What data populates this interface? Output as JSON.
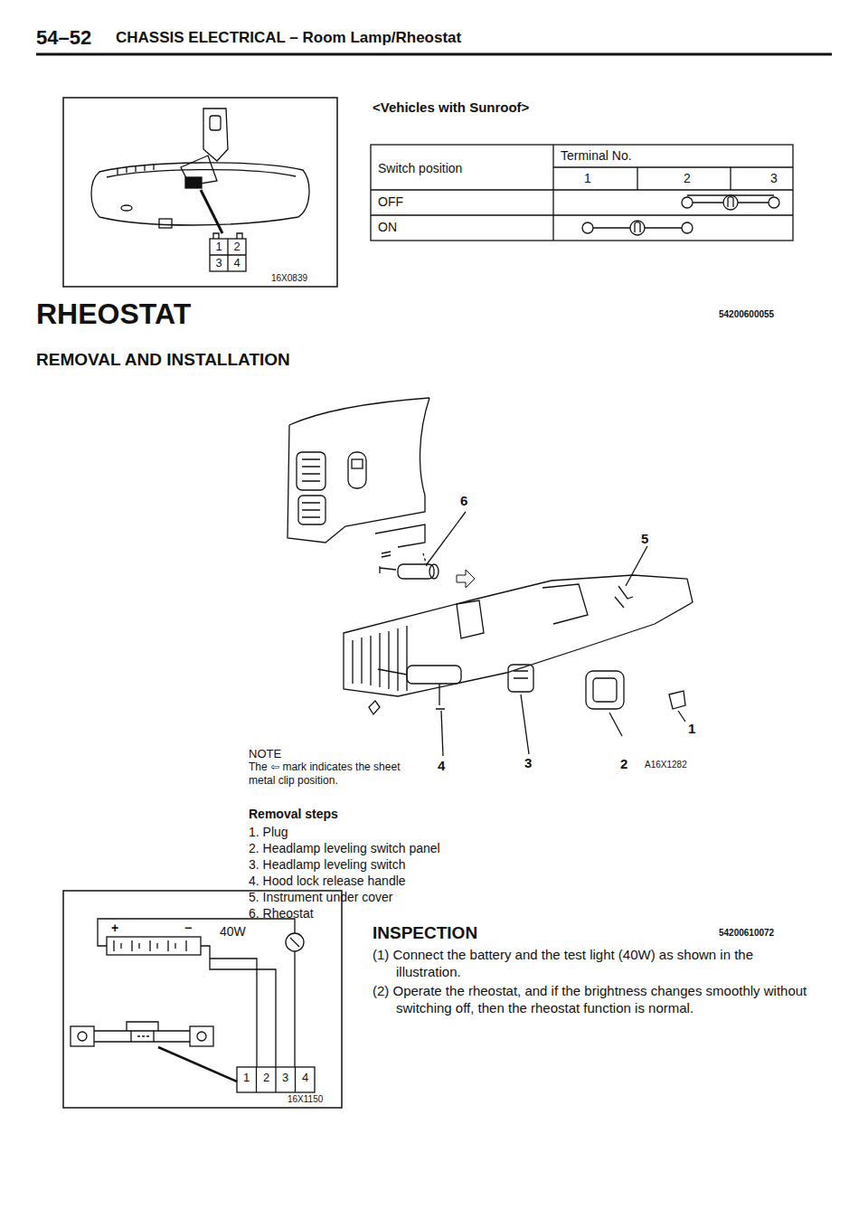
{
  "diagram": {
    "title": "RHEOSTAT",
    "labels": [
      "54–52",
      "CHASSIS ELECTRICAL – Room Lamp/Rheostat",
      "1",
      "2",
      "3",
      "4",
      "16X0839",
      "<Vehicles with Sunroof>",
      "Switch position",
      "Terminal No.",
      "1",
      "2",
      "3",
      "OFF",
      "ON",
      "54200600055",
      "REMOVAL AND INSTALLATION",
      "6",
      "5",
      "1",
      "2",
      "3",
      "4",
      "NOTE",
      "The ⇦ mark indicates the sheet metal clip position.",
      "A16X1282",
      "Removal steps",
      "1. Plug",
      "2. Headlamp leveling switch panel",
      "3. Headlamp leveling switch",
      "4. Hood lock release handle",
      "5. Instrument under cover",
      "6. Rheostat",
      "INSPECTION",
      "54200610072",
      "(1) Connect the battery and the test light (40W) as shown in the illustration.",
      "(2) Operate the rheostat, and if the brightness changes smoothly without switching off, then the rheostat function is normal.",
      "+",
      "−",
      "40W",
      "1",
      "2",
      "3",
      "4",
      "16X1150"
    ]
  }
}
